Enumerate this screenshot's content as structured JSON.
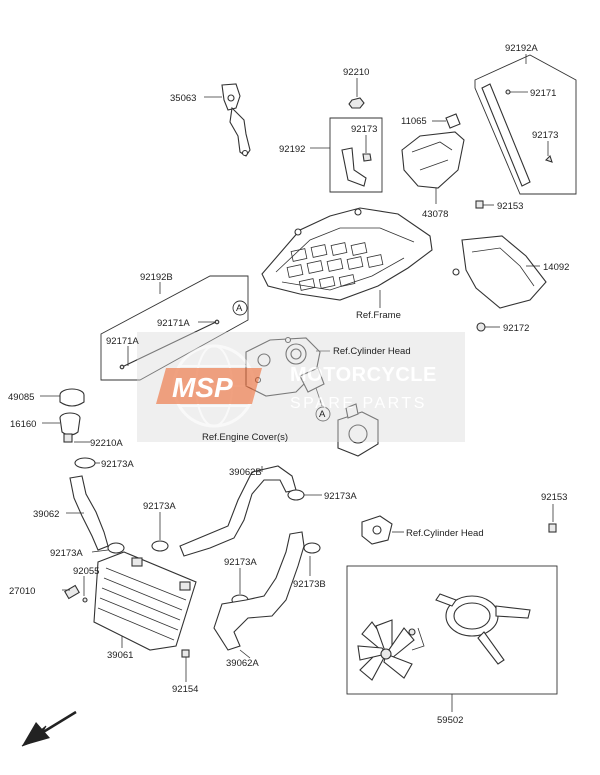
{
  "labels": {
    "p35063": "35063",
    "p92210": "92210",
    "p92192": "92192",
    "p92173_box": "92173",
    "p11065": "11065",
    "p43078": "43078",
    "p92192A": "92192A",
    "p92171_top": "92171",
    "p92173_right": "92173",
    "p92153_top": "92153",
    "p14092": "14092",
    "ref_frame": "Ref.Frame",
    "p92172": "92172",
    "p92192B": "92192B",
    "p92171A_1": "92171A",
    "p92171A_2": "92171A",
    "ref_cyl_head_1": "Ref.Cylinder Head",
    "ref_engine_cover": "Ref.Engine Cover(s)",
    "p49085": "49085",
    "p16160": "16160",
    "p92210A": "92210A",
    "p92173A_1": "92173A",
    "p39062B": "39062B",
    "p92173A_2": "92173A",
    "p39062": "39062",
    "p92173A_3": "92173A",
    "p92173A_4": "92173A",
    "p27010": "27010",
    "p92055": "92055",
    "p92173A_5": "92173A",
    "p92173B": "92173B",
    "p39061": "39061",
    "p39062A": "39062A",
    "p92154": "92154",
    "p92153_right": "92153",
    "ref_cyl_head_2": "Ref.Cylinder Head",
    "p59502": "59502",
    "ref_marker_a": "A"
  },
  "watermark": {
    "logo": "MSP",
    "line1": "MOTORCYCLE",
    "line2": "SPARE PARTS",
    "accent": "#e8622a"
  }
}
